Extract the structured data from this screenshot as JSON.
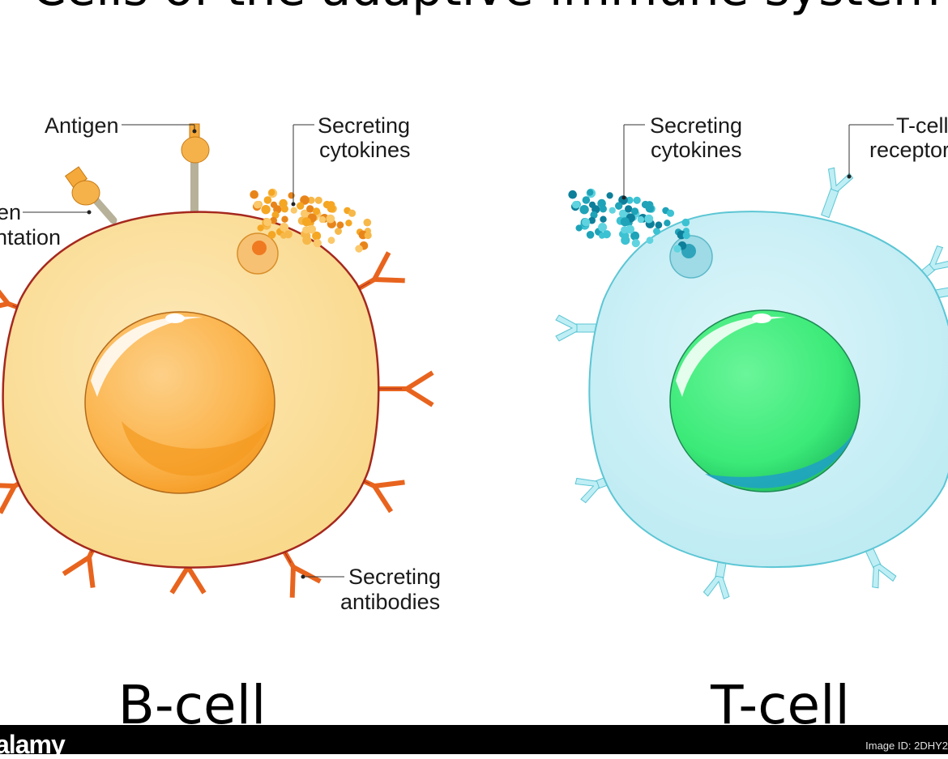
{
  "title": "Cells of the adaptive immune system",
  "b_cell": {
    "name": "B-cell",
    "labels": {
      "antigen": "Antigen",
      "presentation_1": "en",
      "presentation_2": "ntation",
      "cytokines_1": "Secreting",
      "cytokines_2": "cytokines",
      "antibodies_1": "Secreting",
      "antibodies_2": "antibodies"
    }
  },
  "t_cell": {
    "name": "T-cell",
    "labels": {
      "cytokines_1": "Secreting",
      "cytokines_2": "cytokines",
      "receptor_1": "T-cell",
      "receptor_2": "receptor"
    }
  },
  "footer": {
    "brand": "alamy",
    "image_id": "Image ID: 2DHY2"
  },
  "colors": {
    "b_cytoplasm": "#fbe0a0",
    "b_membrane": "#a5281e",
    "b_nucleus": "#fbb03b",
    "antibody": "#e8641e",
    "t_cytoplasm": "#c8f0f6",
    "t_membrane": "#5cc6d4",
    "t_nucleus": "#3be87a",
    "receptor": "#bfeef5"
  }
}
